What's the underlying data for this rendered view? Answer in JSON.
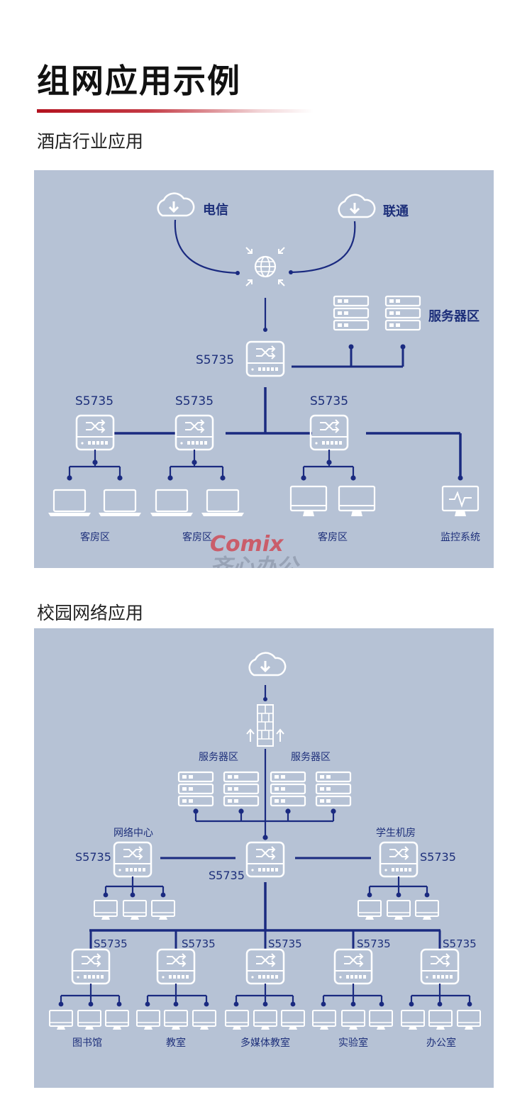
{
  "title": "组网应用示例",
  "watermark": {
    "brand": "Comix",
    "name": "齐心办公"
  },
  "hotel": {
    "label": "酒店行业应用",
    "isp1": "电信",
    "isp2": "联通",
    "server_zone": "服务器区",
    "core_switch": "S5735",
    "switch1": "S5735",
    "switch2": "S5735",
    "switch3": "S5735",
    "room1": "客房区",
    "room2": "客房区",
    "room3": "客房区",
    "monitor": "监控系统"
  },
  "campus": {
    "label": "校园网络应用",
    "server_zone_left": "服务器区",
    "server_zone_right": "服务器区",
    "net_center": "网络中心",
    "student_lab": "学生机房",
    "sw_left": "S5735",
    "sw_core": "S5735",
    "sw_right": "S5735",
    "bottom": [
      {
        "switch": "S5735",
        "area": "图书馆"
      },
      {
        "switch": "S5735",
        "area": "教室"
      },
      {
        "switch": "S5735",
        "area": "多媒体教室"
      },
      {
        "switch": "S5735",
        "area": "实验室"
      },
      {
        "switch": "S5735",
        "area": "办公室"
      }
    ]
  },
  "colors": {
    "panel": "#b6c2d5",
    "line": "#1a2a80",
    "accent": "#b3121f"
  }
}
